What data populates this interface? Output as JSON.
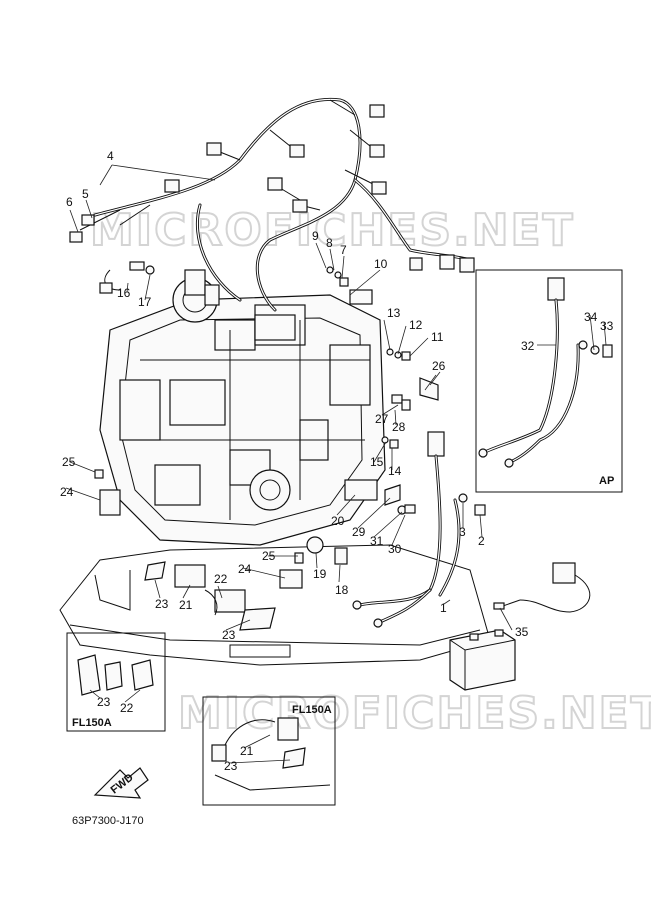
{
  "watermark": "MICROFICHES.NET",
  "diagram_code": "63P7300-J170",
  "fwd_label": "FWD",
  "boxes": {
    "ap": "AP",
    "fl150a_left": "FL150A",
    "fl150a_bottom": "FL150A"
  },
  "callouts": [
    {
      "id": "c1",
      "text": "1"
    },
    {
      "id": "c2",
      "text": "2"
    },
    {
      "id": "c3",
      "text": "3"
    },
    {
      "id": "c4",
      "text": "4"
    },
    {
      "id": "c5",
      "text": "5"
    },
    {
      "id": "c6",
      "text": "6"
    },
    {
      "id": "c7",
      "text": "7"
    },
    {
      "id": "c8",
      "text": "8"
    },
    {
      "id": "c9",
      "text": "9"
    },
    {
      "id": "c10",
      "text": "10"
    },
    {
      "id": "c11",
      "text": "11"
    },
    {
      "id": "c12",
      "text": "12"
    },
    {
      "id": "c13",
      "text": "13"
    },
    {
      "id": "c14",
      "text": "14"
    },
    {
      "id": "c15",
      "text": "15"
    },
    {
      "id": "c16",
      "text": "16"
    },
    {
      "id": "c17",
      "text": "17"
    },
    {
      "id": "c18",
      "text": "18"
    },
    {
      "id": "c19",
      "text": "19"
    },
    {
      "id": "c20",
      "text": "20"
    },
    {
      "id": "c21a",
      "text": "21"
    },
    {
      "id": "c21b",
      "text": "21"
    },
    {
      "id": "c22a",
      "text": "22"
    },
    {
      "id": "c22b",
      "text": "22"
    },
    {
      "id": "c23a",
      "text": "23"
    },
    {
      "id": "c23b",
      "text": "23"
    },
    {
      "id": "c23c",
      "text": "23"
    },
    {
      "id": "c23d",
      "text": "23"
    },
    {
      "id": "c24a",
      "text": "24"
    },
    {
      "id": "c24b",
      "text": "24"
    },
    {
      "id": "c25a",
      "text": "25"
    },
    {
      "id": "c25b",
      "text": "25"
    },
    {
      "id": "c26",
      "text": "26"
    },
    {
      "id": "c27",
      "text": "27"
    },
    {
      "id": "c28",
      "text": "28"
    },
    {
      "id": "c29",
      "text": "29"
    },
    {
      "id": "c30",
      "text": "30"
    },
    {
      "id": "c31",
      "text": "31"
    },
    {
      "id": "c32",
      "text": "32"
    },
    {
      "id": "c33",
      "text": "33"
    },
    {
      "id": "c34",
      "text": "34"
    },
    {
      "id": "c35",
      "text": "35"
    }
  ]
}
